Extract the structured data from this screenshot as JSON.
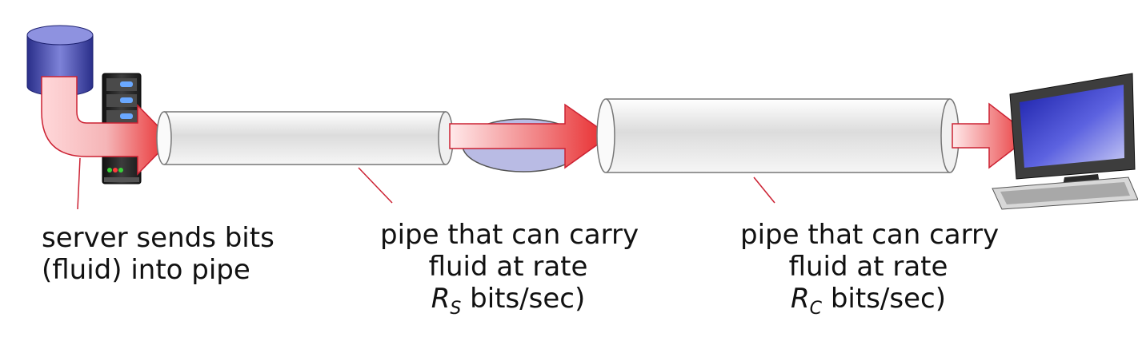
{
  "labels": {
    "server": {
      "line1": "server sends bits",
      "line2": "(fluid) into pipe"
    },
    "pipe_s": {
      "line1": "pipe that can carry",
      "line2": "fluid at rate",
      "rate_symbol": "R",
      "rate_subscript": "S",
      "rate_unit": " bits/sec)"
    },
    "pipe_c": {
      "line1": "pipe that can carry",
      "line2": "fluid at rate",
      "rate_symbol": "R",
      "rate_subscript": "C",
      "rate_unit": " bits/sec)"
    }
  },
  "colors": {
    "arrow_red": "#e8282a",
    "pipe_fill": "#e9e9e9",
    "pipe_edge": "#777777",
    "leader_red": "#cc2233",
    "disk_blue": "#4a4fb0",
    "server_dark": "#2a2a2a",
    "screen_blue": "#3b3fc9"
  }
}
